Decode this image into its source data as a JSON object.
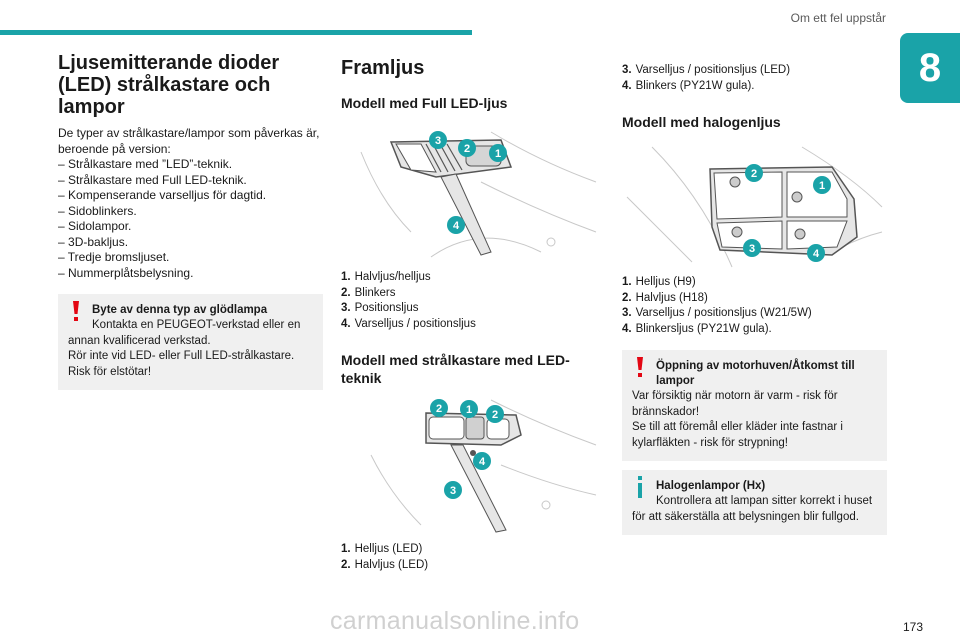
{
  "header": {
    "section_title": "Om ett fel uppstår",
    "chapter": "8"
  },
  "page_number": "173",
  "watermark": "carmanualsonline.info",
  "col1": {
    "title": "Ljusemitterande dioder (LED) strålkastare och lampor",
    "intro": "De typer av strålkastare/lampor som påverkas är, beroende på version:",
    "items": [
      "Strålkastare med ”LED”-teknik.",
      "Strålkastare med Full LED-teknik.",
      "Kompenserande varselljus för dagtid.",
      "Sidoblinkers.",
      "Sidolampor.",
      "3D-bakljus.",
      "Tredje bromsljuset.",
      "Nummerplåtsbelysning."
    ],
    "warning": {
      "title": "Byte av denna typ av glödlampa",
      "line1": "Kontakta en PEUGEOT-verkstad eller en annan kvalificerad verkstad.",
      "line2": "Rör inte vid LED- eller Full LED-strålkastare. Risk för elstötar!"
    }
  },
  "col2": {
    "title": "Framljus",
    "full_led": {
      "title": "Modell med Full LED-ljus",
      "items": [
        {
          "num": "1.",
          "text": "Halvljus/helljus"
        },
        {
          "num": "2.",
          "text": "Blinkers"
        },
        {
          "num": "3.",
          "text": "Positionsljus"
        },
        {
          "num": "4.",
          "text": "Varselljus / positionsljus"
        }
      ]
    },
    "led": {
      "title": "Modell med strålkastare med LED-teknik",
      "items": [
        {
          "num": "1.",
          "text": "Helljus (LED)"
        },
        {
          "num": "2.",
          "text": "Halvljus (LED)"
        }
      ]
    }
  },
  "col3": {
    "led_cont": [
      {
        "num": "3.",
        "text": "Varselljus / positionsljus (LED)"
      },
      {
        "num": "4.",
        "text": "Blinkers (PY21W gula)."
      }
    ],
    "halogen": {
      "title": "Modell med halogenljus",
      "items": [
        {
          "num": "1.",
          "text": "Helljus (H9)"
        },
        {
          "num": "2.",
          "text": "Halvljus (H18)"
        },
        {
          "num": "3.",
          "text": "Varselljus / positionsljus (W21/5W)"
        },
        {
          "num": "4.",
          "text": "Blinkersljus (PY21W gula)."
        }
      ]
    },
    "warning": {
      "title": "Öppning av motorhuven/Åtkomst till lampor",
      "line1": "Var försiktig när motorn är varm - risk för brännskador!",
      "line2": "Se till att föremål eller kläder inte fastnar i kylarfläkten - risk för strypning!"
    },
    "info": {
      "title": "Halogenlampor (Hx)",
      "line1": "Kontrollera att lampan sitter korrekt i huset för att säkerställa att belysningen blir fullgod."
    }
  },
  "colors": {
    "accent": "#1aa3a8",
    "warning": "#e30613",
    "info": "#1aa3a8",
    "box_bg": "#f0f0f0"
  }
}
